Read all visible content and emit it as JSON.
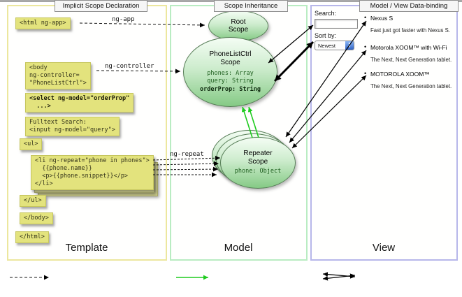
{
  "colors": {
    "code_box_bg": "#e3e37d",
    "template_border": "#ece79e",
    "model_border": "#b9ecc2",
    "view_border": "#b7b7ea",
    "scope_green": "#85ca85",
    "inheritance_green": "#1ecb1e"
  },
  "template_panel": {
    "label": "Template",
    "code": {
      "html_open": "<html ng-app>",
      "body_open": "<body\nng-controller=\n\"PhoneListCtrl\">",
      "select": "<select ng-model=\"orderProp\"\n  ...>",
      "fulltext": "Fulltext Search:\n<input ng-model=\"query\">",
      "ul_open": "<ul>",
      "li_repeat": "<li ng-repeat=\"phone in phones\">\n  {{phone.name}}\n  <p>{{phone.snippet}}</p>\n</li>",
      "ul_close": "</ul>",
      "body_close": "</body>",
      "html_close": "</html>"
    }
  },
  "model_panel": {
    "label": "Model",
    "root_scope": {
      "title": "Root\nScope"
    },
    "phonelist_scope": {
      "title": "PhoneListCtrl\nScope",
      "props": [
        "phones: Array",
        "query: String",
        "orderProp: String"
      ]
    },
    "repeater_scope": {
      "title": "Repeater\nScope",
      "prop": "phone: Object"
    }
  },
  "view_panel": {
    "label": "View",
    "search_label": "Search:",
    "sort_label": "Sort by:",
    "sort_value": "Newest",
    "items": [
      {
        "name": "Nexus S",
        "desc": "Fast just got faster with Nexus S."
      },
      {
        "name": "Motorola XOOM™ with Wi-Fi",
        "desc": "The Next, Next Generation tablet."
      },
      {
        "name": "MOTOROLA XOOM™",
        "desc": "The Next, Next Generation tablet."
      }
    ]
  },
  "arrow_labels": {
    "ng_app": "ng-app",
    "ng_controller": "ng-controller",
    "ng_repeat": "ng-repeat"
  },
  "legend": {
    "implicit": "Implicit Scope Declaration",
    "inheritance": "Scope Inheritance",
    "databinding": "Model / View Data-binding"
  },
  "icons": {
    "bullet": "•",
    "caret_up": "▲",
    "caret_down": "▼"
  }
}
